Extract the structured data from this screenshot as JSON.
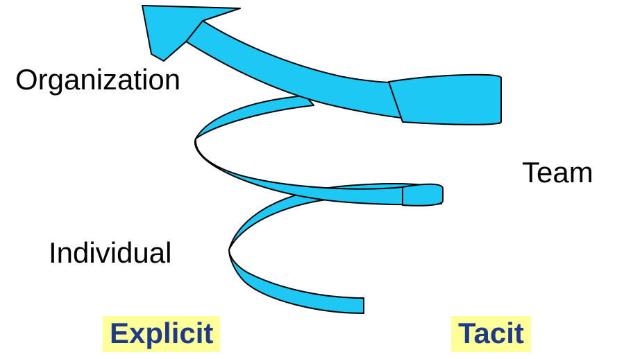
{
  "levels": {
    "organization": "Organization",
    "team": "Team",
    "individual": "Individual"
  },
  "axis": {
    "explicit": "Explicit",
    "tacit": "Tacit"
  },
  "colors": {
    "spiral_fill": "#1EC8F5",
    "spiral_outline": "#000000",
    "axis_highlight": "#FFFF99",
    "axis_text": "#1F3A8A",
    "level_text": "#000000"
  },
  "icons": {
    "spiral": "upward-spiral-arrow-icon"
  }
}
